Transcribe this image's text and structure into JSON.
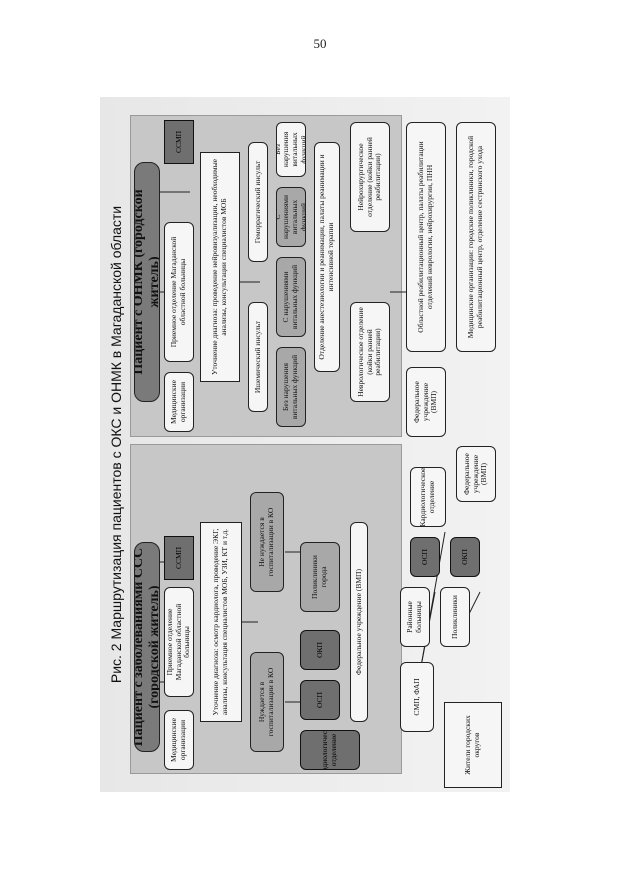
{
  "page": {
    "number": "50"
  },
  "figure": {
    "caption": "Рис. 2 Маршрутизация пациентов с ОКС и ОНМК в Магаданской области",
    "oks": {
      "title": "Пациент с заболеваниями ССС (городской житель)",
      "ssmp": "ССМП",
      "med_org": "Медицинские организации",
      "priemnoe": "Приемное отделение Магаданской областной больницы",
      "diagnoz": "Уточнение диагноза: осмотр кардиолога, проведение ЭКГ, анализы, консультация специалистов МОБ, УЗИ, КТ и т.д.",
      "nuzhd": "Нуждается в госпитализации в КО",
      "ne_nuzhd": "Не нуждается в госпитализации в КО",
      "kardio": "Кардиологическое отделение",
      "osp": "ОСП",
      "okp": "ОКП",
      "poliklinika": "Поликлиники города",
      "fed": "Федеральное учреждение (ВМП)"
    },
    "onmk": {
      "title": "Пациент с ОНМК (городской житель)",
      "ssmp": "ССМП",
      "med_org": "Медицинские организации",
      "priemnoe": "Приемное отделение Магаданской областной больницы",
      "diagnoz": "Уточнение диагноза: проведение нейровизуализации, необходимые анализы, консультации специалистов МОБ",
      "hemorrhagic": "Геморрагический инсульт",
      "ischemic": "Ишемический инсульт",
      "bez_narush_h": "Без нарушения витальных функций",
      "s_narush_h": "С нарушениями витальных функций",
      "s_narush_i": "С нарушениями витальных функций",
      "bez_narush_i": "Без нарушения витальных функций",
      "anest": "Отделение анестезиологии и реанимации, палаты реанимации и интенсивной терапии",
      "nevro": "Неврологическое отделение (койки ранней реабилитации)",
      "neyrokhir": "Нейрохирургическое отделение (койки ранней реабилитации)",
      "reab": "Областной реабилитационный центр, палаты реабилитации отделений неврологии, нейрохирургии, ПНН",
      "polikl": "Медицинские организации: городские поликлиники, городской реабилитационный центр, отделение сестринского ухода",
      "fed": "Федеральное учреждение (ВМП)"
    },
    "regional": {
      "residents": "Жители городских округов",
      "sfap": "СМП, ФАП",
      "rayonnye": "Районные больницы",
      "poliklinika": "Поликлиники",
      "kardio_otd": "Кардиологическое отделение",
      "osp": "ОСП",
      "okp": "ОКП",
      "fed": "Федеральное учреждение (ВМП)"
    }
  }
}
